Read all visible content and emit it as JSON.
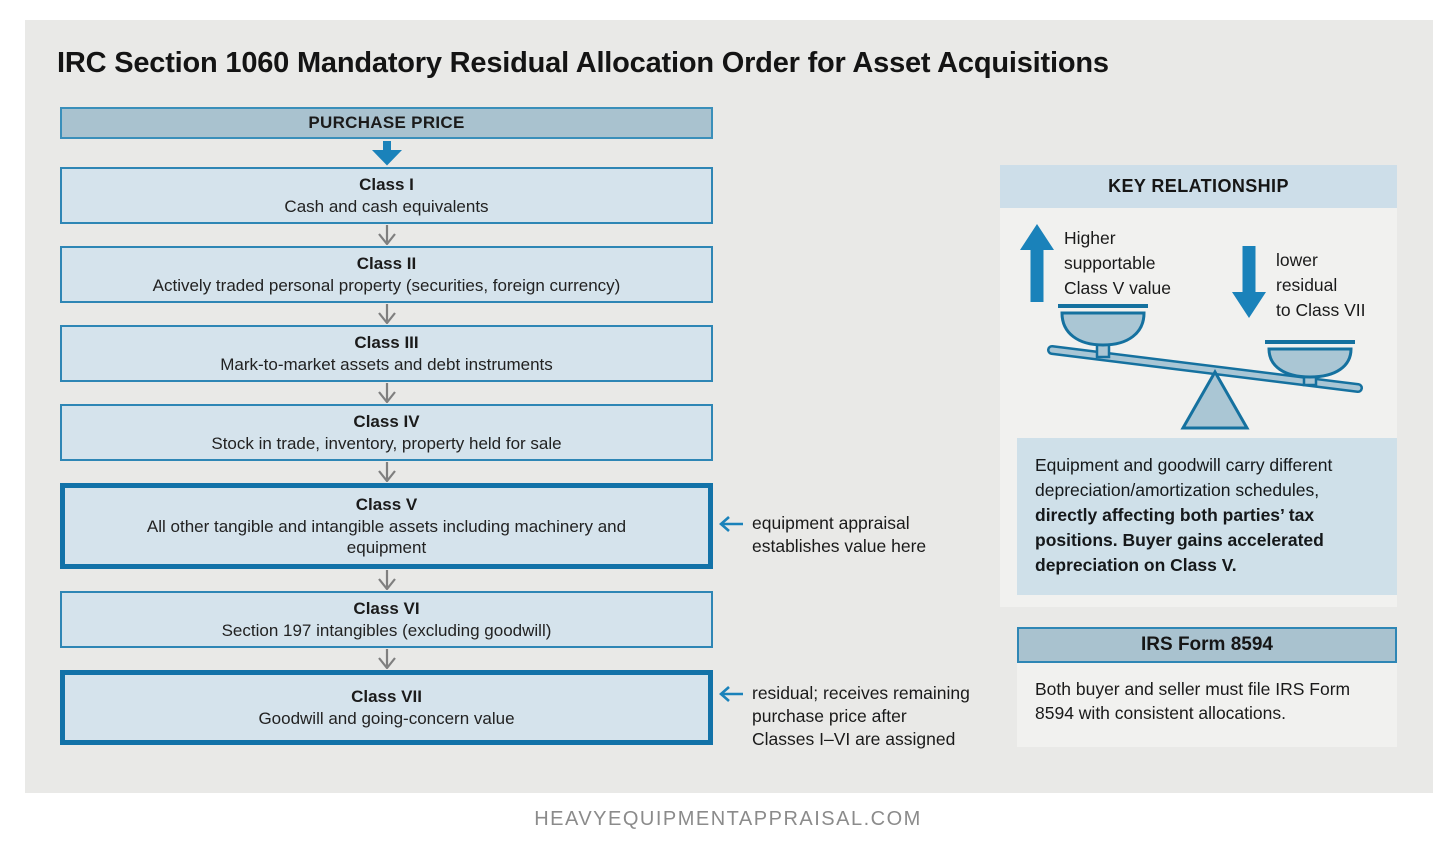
{
  "title": "IRC Section 1060 Mandatory Residual Allocation Order for Asset Acquisitions",
  "flow": {
    "purchase_price_label": "PURCHASE PRICE",
    "classes": [
      {
        "name": "Class I",
        "desc": "Cash and cash equivalents"
      },
      {
        "name": "Class II",
        "desc": "Actively traded personal property (securities, foreign currency)"
      },
      {
        "name": "Class III",
        "desc": "Mark-to-market assets and debt instruments"
      },
      {
        "name": "Class IV",
        "desc": "Stock in trade, inventory, property held for sale"
      },
      {
        "name": "Class V",
        "desc": "All other tangible and intangible assets including machinery and equipment"
      },
      {
        "name": "Class VI",
        "desc": "Section 197 intangibles (excluding goodwill)"
      },
      {
        "name": "Class VII",
        "desc": "Goodwill and going-concern value"
      }
    ]
  },
  "annotations": {
    "class_v_lines": [
      "equipment appraisal",
      "establishes value here"
    ],
    "class_vii_lines": [
      "residual; receives remaining",
      "purchase price after",
      "Classes I–VI are assigned"
    ]
  },
  "key_relationship": {
    "title": "KEY RELATIONSHIP",
    "up_lines": [
      "Higher",
      "supportable",
      "Class V value"
    ],
    "down_lines": [
      "lower",
      "residual",
      "to Class VII"
    ],
    "note_regular": "Equipment and goodwill carry different depreciation/amortization schedules,",
    "note_bold": "directly affecting both parties’ tax positions. Buyer gains accelerated depreciation on Class V."
  },
  "irs_form": {
    "title": "IRS Form 8594",
    "body": "Both buyer and seller must file IRS Form 8594 with consistent allocations."
  },
  "footer": "HEAVYEQUIPMENTAPPRAISAL.COM",
  "colors": {
    "accent_blue": "#1a82ba",
    "box_border": "#2e86b5",
    "highlight_border": "#1272a8",
    "box_fill": "#d5e3ec",
    "header_fill": "#a9c2cf",
    "kr_header_bg": "#cddee9",
    "note_bg": "#cfe0e9",
    "panel_bg": "#e9e9e7"
  }
}
